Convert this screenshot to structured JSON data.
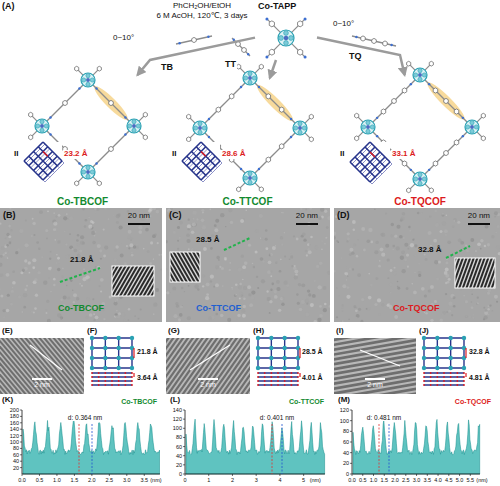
{
  "diagram": {
    "nodes": [
      {
        "text": [
          "Co-TAPP"
        ]
      },
      {
        "text": [
          "Co-TBCOF"
        ]
      },
      {
        "text": [
          "Co-TTCOF"
        ]
      },
      {
        "text": [
          "Co-TQCOF"
        ]
      }
    ],
    "edges": [
      {
        "from": 0,
        "to": 1,
        "arrow": "to",
        "label": "TB"
      },
      {
        "from": 0,
        "to": 2,
        "arrow": "to",
        "label": "TT"
      },
      {
        "from": 0,
        "to": 3,
        "arrow": "to",
        "label": "TQ"
      }
    ],
    "labels": [
      "(A)",
      "PhCH₂OH/EtOH",
      "6 M AcOH, 120℃, 3 days",
      "0~10°",
      "0~10°",
      "II",
      "23.2 Å",
      "II",
      "28.6 Å",
      "II",
      "33.1 Å",
      "(B)",
      "20 nm",
      "21.8 Å",
      "Co-TBCOF",
      "(C)",
      "20 nm",
      "28.5 Å",
      "Co-TTCOF",
      "(D)",
      "20 nm",
      "32.8 Å",
      "Co-TQCOF",
      "(E)",
      "2 nm",
      "(F)",
      "21.8 Å",
      "3.64 Å",
      "(G)",
      "2 nm",
      "(H)",
      "28.5 Å",
      "4.01 Å",
      "(I)",
      "2 nm",
      "(J)",
      "32.8 Å",
      "4.81 Å",
      "(K)",
      "Co-TBCOF",
      "d: 0.364 nm",
      "(L)",
      "Co-TTCOF",
      "d: 0.401 nm",
      "(M)",
      "Co-TQCOF",
      "d: 0.481 nm",
      "200",
      "180",
      "160",
      "140",
      "120",
      "100",
      "80",
      "60",
      "40",
      "20",
      "0.0",
      "0.5",
      "1.0",
      "1.5",
      "2.0",
      "2.5",
      "3.0",
      "3.5",
      "(nm)",
      "140",
      "120",
      "100",
      "80",
      "60",
      "40",
      "20",
      "0",
      "0",
      "1",
      "2",
      "3",
      "4",
      "5",
      "(nm)",
      "120",
      "100",
      "80",
      "60",
      "40",
      "20",
      "0",
      "0.0",
      "0.5",
      "1.0",
      "1.5",
      "2.0",
      "2.5",
      "3.0",
      "3.5",
      "4.0",
      "4.5",
      "5.0",
      "5.5",
      "(nm)"
    ]
  }
}
